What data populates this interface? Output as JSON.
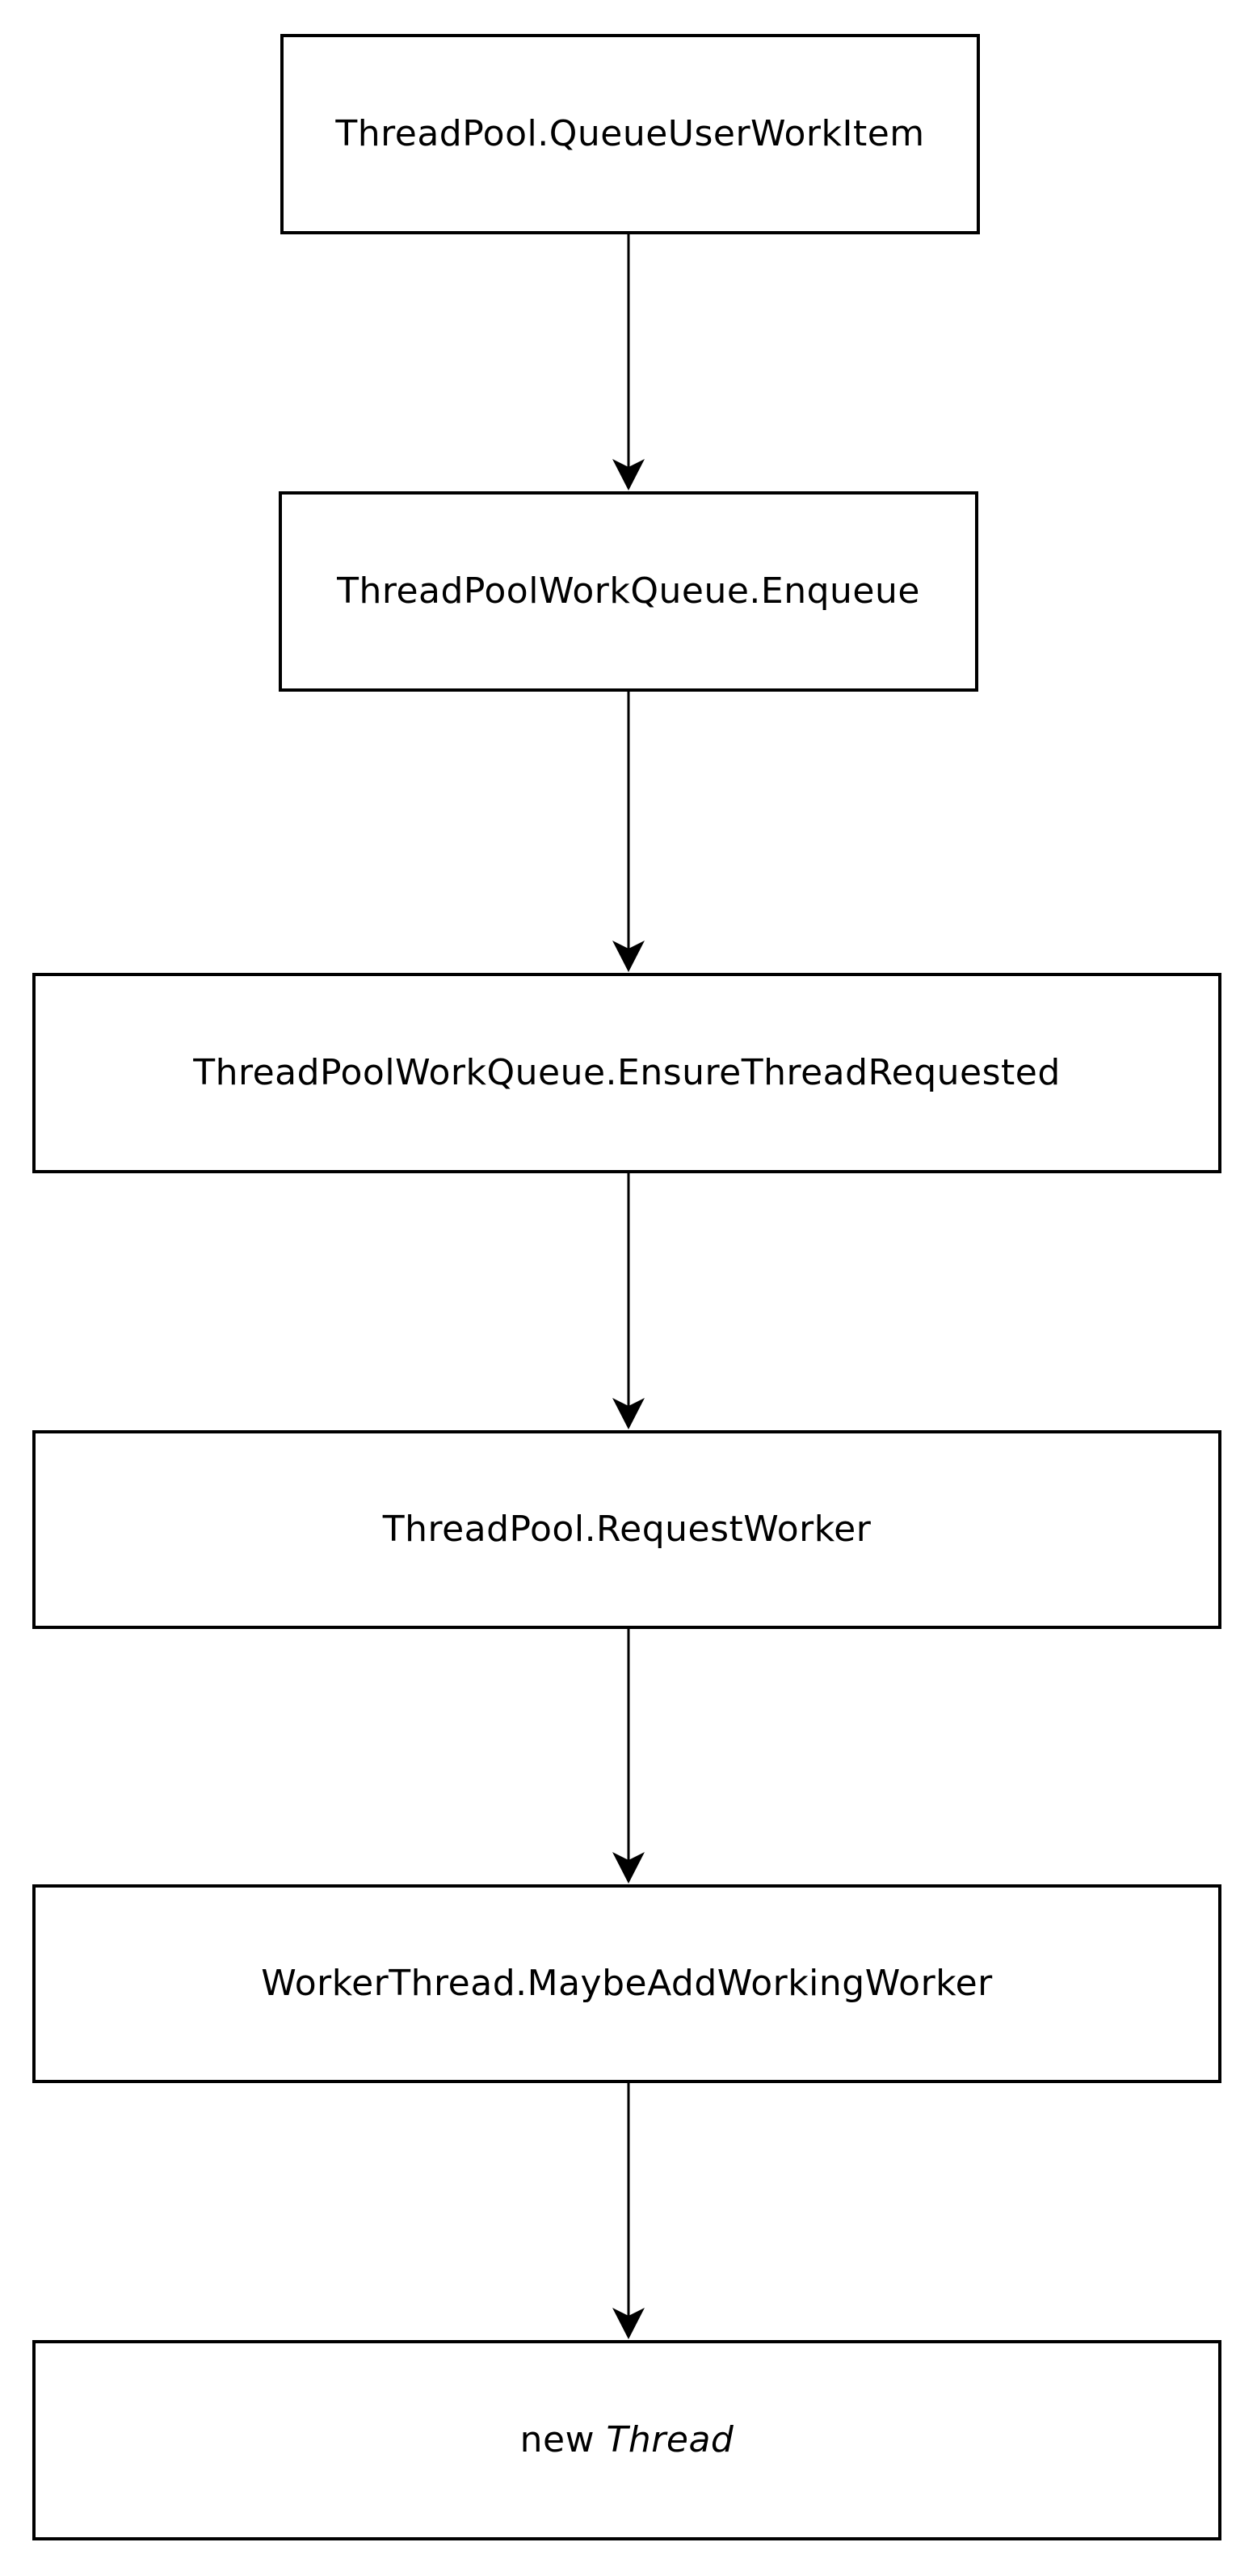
{
  "diagram": {
    "type": "flowchart",
    "background_color": "#ffffff",
    "stroke_color": "#000000",
    "text_color": "#000000",
    "direction": "top-down",
    "nodes": [
      {
        "id": "queue-user-work-item",
        "label": "ThreadPool.QueueUserWorkItem"
      },
      {
        "id": "enqueue",
        "label": "ThreadPoolWorkQueue.Enqueue"
      },
      {
        "id": "ensure-thread-requested",
        "label": "ThreadPoolWorkQueue.EnsureThreadRequested"
      },
      {
        "id": "request-worker",
        "label": "ThreadPool.RequestWorker"
      },
      {
        "id": "maybe-add-working-worker",
        "label": "WorkerThread.MaybeAddWorkingWorker"
      },
      {
        "id": "new-thread",
        "label": "new Thread",
        "label_normal": "new ",
        "label_italic": "Thread"
      }
    ],
    "edges": [
      {
        "from": "queue-user-work-item",
        "to": "enqueue"
      },
      {
        "from": "enqueue",
        "to": "ensure-thread-requested"
      },
      {
        "from": "ensure-thread-requested",
        "to": "request-worker"
      },
      {
        "from": "request-worker",
        "to": "maybe-add-working-worker"
      },
      {
        "from": "maybe-add-working-worker",
        "to": "new-thread"
      }
    ]
  }
}
